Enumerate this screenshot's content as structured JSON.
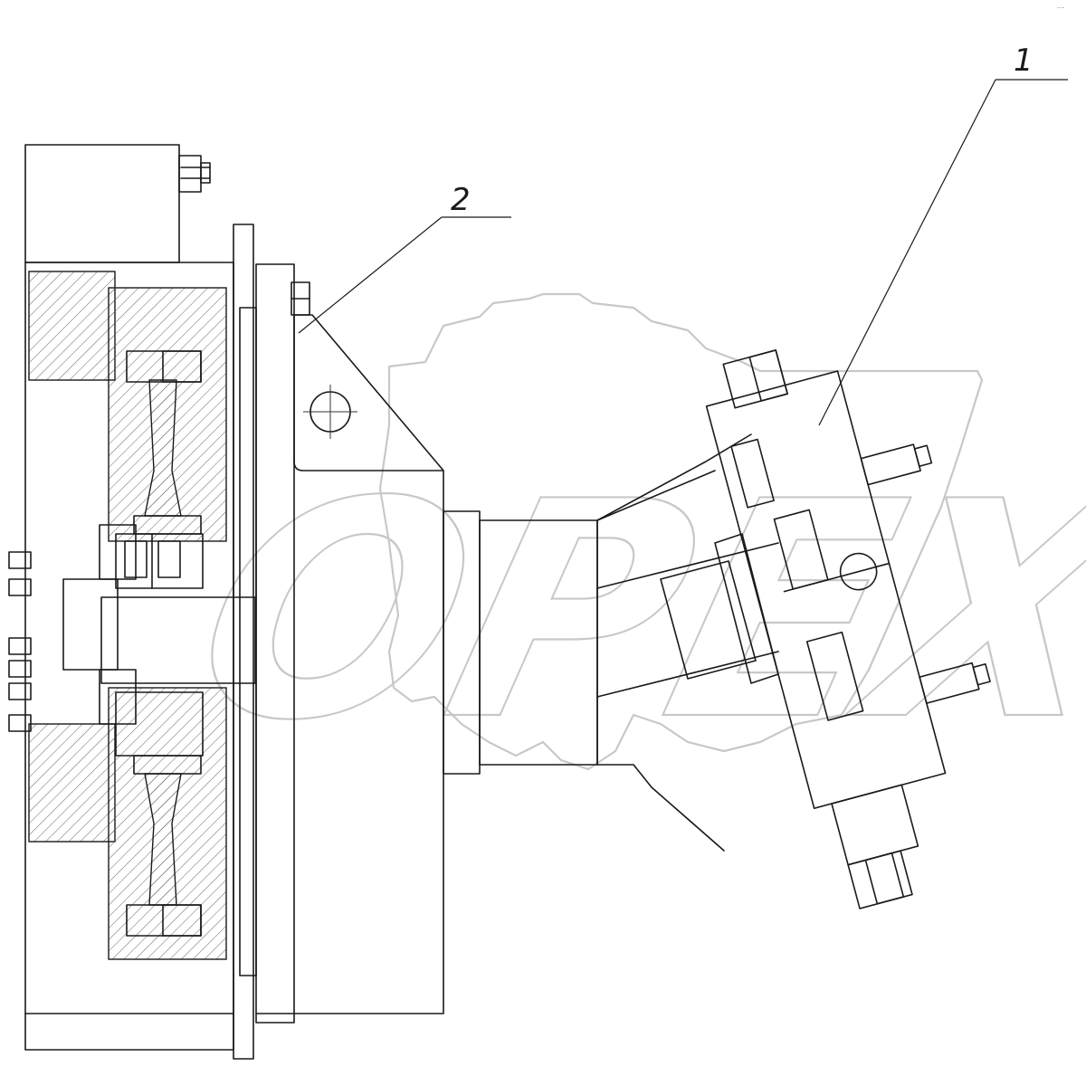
{
  "drawing": {
    "callouts": [
      {
        "label": "1"
      },
      {
        "label": "2"
      }
    ],
    "watermark": {
      "text": "OPEX",
      "color": "#c8c8c8"
    },
    "line_color": "#1a1a1a",
    "background": "#ffffff"
  }
}
